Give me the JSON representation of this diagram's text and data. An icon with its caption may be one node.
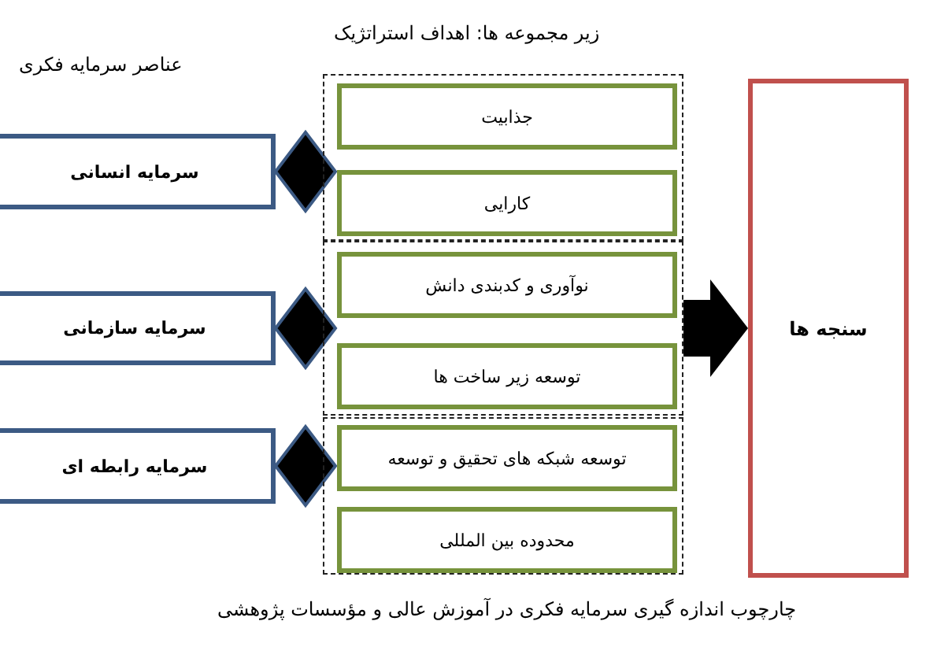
{
  "diagram": {
    "title": "زیر مجموعه ها: اهداف استراتژیک",
    "caption": "چارچوب اندازه گیری سرمایه فکری در آموزش عالی و مؤسسات پژوهشی",
    "nodes": [
      {
        "text": [],
        "shape": "box"
      },
      {
        "text": [
          "جذابیت"
        ],
        "in": 0
      },
      {
        "text": [
          "کارایی"
        ],
        "in": 0
      },
      {
        "text": [],
        "shape": "box"
      },
      {
        "text": [
          "نوآوری و کدبندی دانش"
        ],
        "in": 3
      },
      {
        "text": [
          "توسعه زیر ساخت ها"
        ],
        "in": 3
      },
      {
        "text": [],
        "shape": "box"
      },
      {
        "text": [
          "توسعه شبکه های تحقیق و توسعه"
        ],
        "in": 6
      },
      {
        "text": [
          "محدوده بین المللی"
        ],
        "in": 6
      },
      {
        "text": [
          "سرمایه انسانی"
        ]
      },
      {
        "text": [
          "سرمایه سازمانی"
        ]
      },
      {
        "text": [
          "سرمایه رابطه ای"
        ]
      },
      {
        "text": [
          "سنجه ها"
        ]
      }
    ],
    "edges": [
      {
        "from": 9,
        "to": 0,
        "arrow": "other"
      },
      {
        "from": 10,
        "to": 3,
        "arrow": "other"
      },
      {
        "from": 11,
        "to": 6,
        "arrow": "other"
      },
      {
        "from": 3,
        "to": 12,
        "arrow": "to",
        "style": "thick"
      }
    ],
    "labels": [
      "عناصر سرمایه فکری"
    ]
  }
}
